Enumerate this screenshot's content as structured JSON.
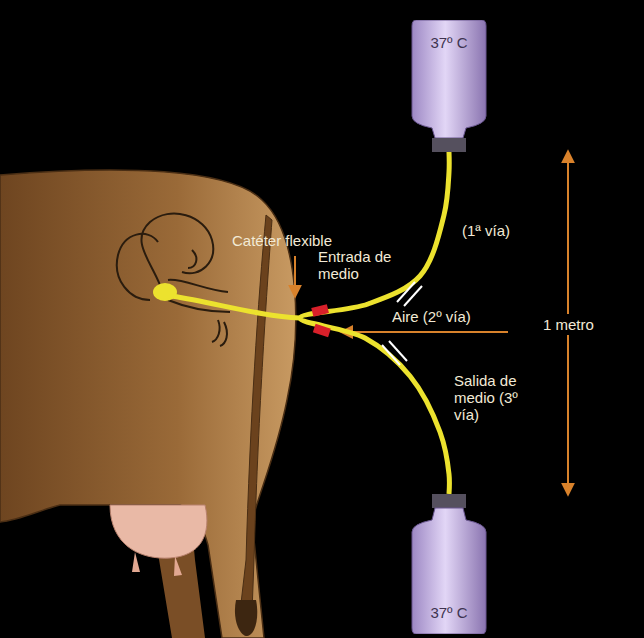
{
  "diagram": {
    "nodes": [
      {
        "text": [
          "37º C"
        ]
      },
      {
        "text": [
          "37º C"
        ]
      }
    ],
    "edges": [
      {
        "from": 0,
        "to": 1,
        "arrow": "none"
      }
    ],
    "labels": [
      "Catéter flexible",
      "Entrada de medio",
      "(1ª vía)",
      "Aire (2º vía)",
      "1 metro",
      "Salida de medio (3º vía)"
    ]
  }
}
